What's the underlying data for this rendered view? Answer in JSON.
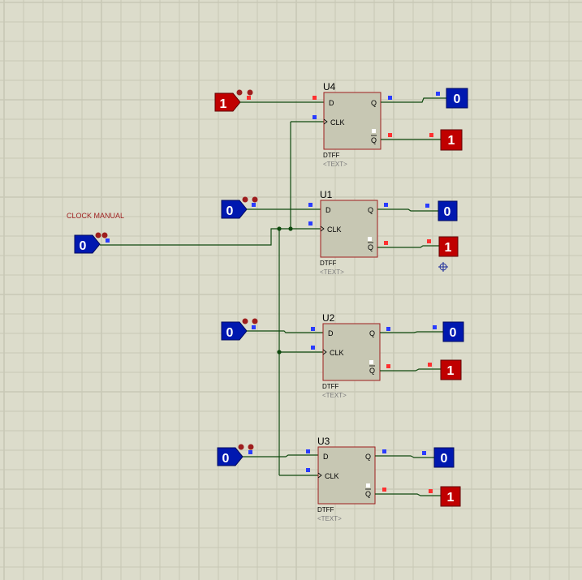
{
  "labels": {
    "clock_manual": "CLOCK MANUAL"
  },
  "clock_input": {
    "value": "0"
  },
  "flipflops": [
    {
      "ref": "U4",
      "type": "DTFF",
      "text": "<TEXT>",
      "pin_d": "D",
      "pin_clk": "CLK",
      "pin_q": "Q",
      "pin_qbar": "Q",
      "input_value": "1",
      "q_value": "0",
      "qbar_value": "1"
    },
    {
      "ref": "U1",
      "type": "DTFF",
      "text": "<TEXT>",
      "pin_d": "D",
      "pin_clk": "CLK",
      "pin_q": "Q",
      "pin_qbar": "Q",
      "input_value": "0",
      "q_value": "0",
      "qbar_value": "1"
    },
    {
      "ref": "U2",
      "type": "DTFF",
      "text": "<TEXT>",
      "pin_d": "D",
      "pin_clk": "CLK",
      "pin_q": "Q",
      "pin_qbar": "Q",
      "input_value": "0",
      "q_value": "0",
      "qbar_value": "1"
    },
    {
      "ref": "U3",
      "type": "DTFF",
      "text": "<TEXT>",
      "pin_d": "D",
      "pin_clk": "CLK",
      "pin_q": "Q",
      "pin_qbar": "Q",
      "input_value": "0",
      "q_value": "0",
      "qbar_value": "1"
    }
  ],
  "colors": {
    "background": "#dcdccb",
    "grid_line": "#c8c8b6",
    "component_fill": "#c7c7b3",
    "component_border": "#9e1e1e",
    "wire": "#0f4a0f",
    "logic_high": "#c00000",
    "logic_low": "#0018b0",
    "pin_high": "#ff3030",
    "pin_low": "#2a3cff",
    "label_text": "#9e1e1e",
    "text_gray": "#7a7a7a"
  },
  "icons": {
    "cursor": "crosshair-cursor-icon"
  }
}
